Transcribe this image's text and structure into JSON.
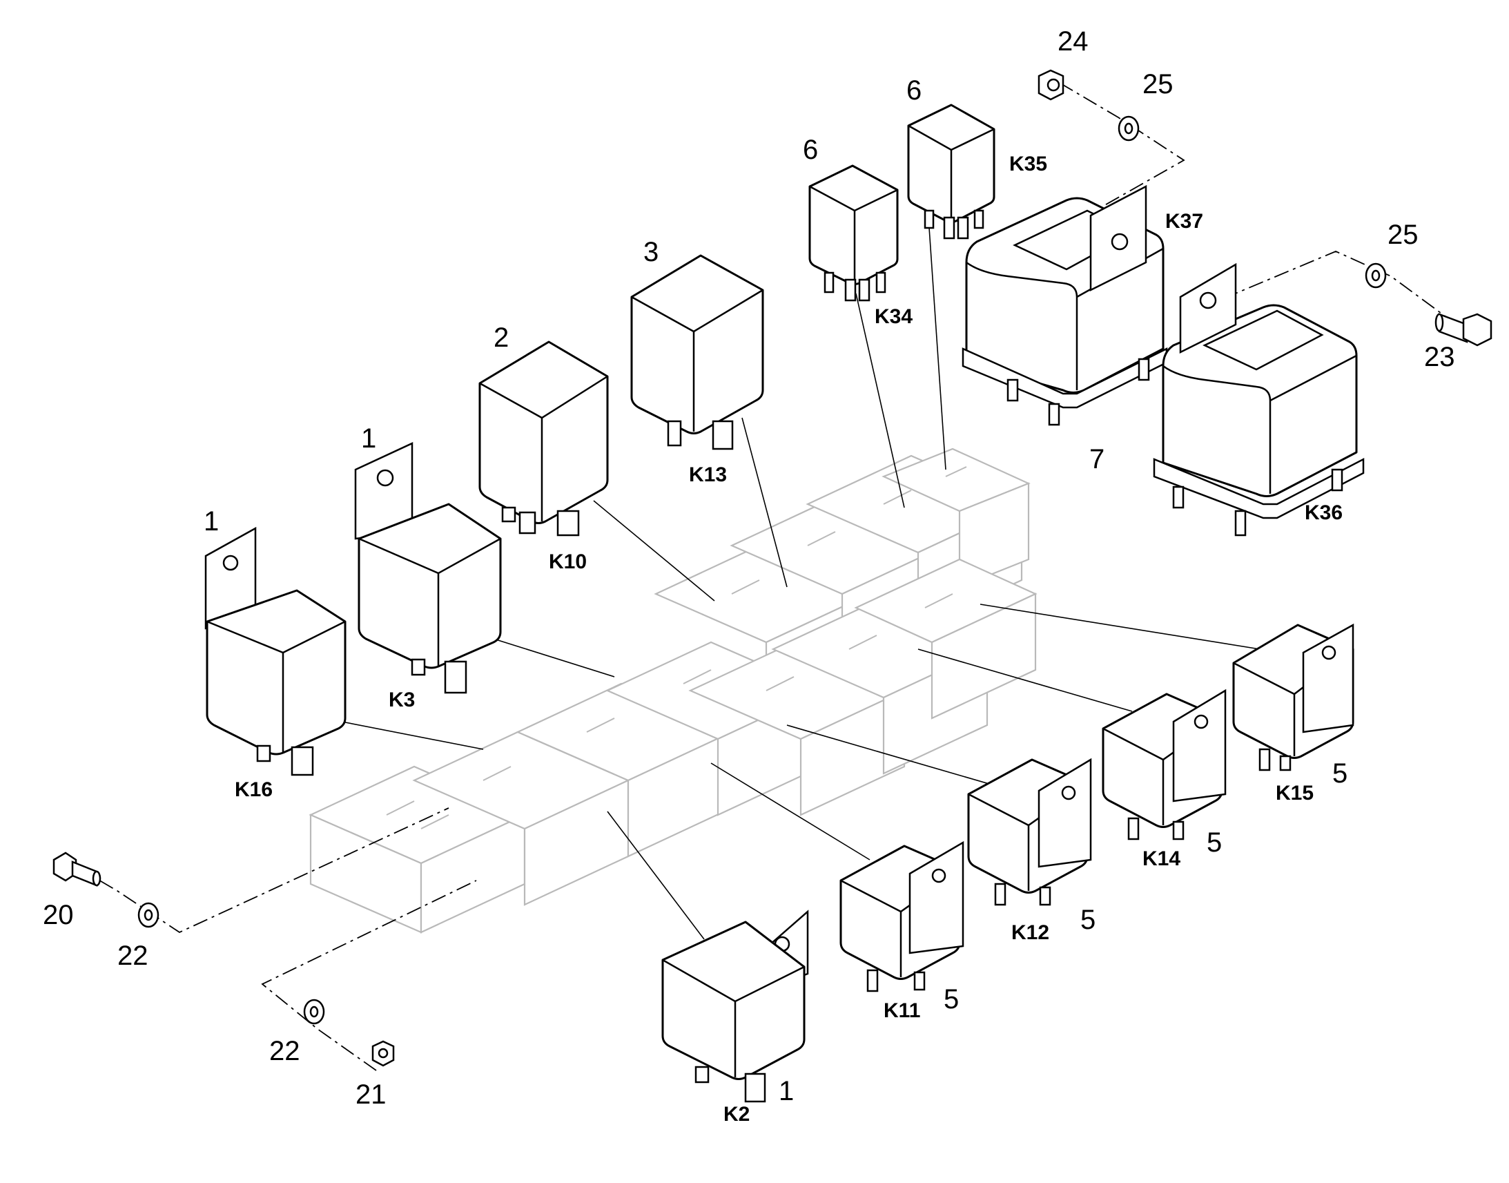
{
  "diagram": {
    "item_numbers": {
      "k16_item": "1",
      "k3_item": "1",
      "k10_item": "2",
      "k13_item": "3",
      "k34_item": "6",
      "k35_item": "6",
      "nut_top": "24",
      "washer_top": "25",
      "washer_right": "25",
      "bolt_right": "23",
      "k36_item": "7",
      "k15_item": "5",
      "k14_item": "5",
      "k12_item": "5",
      "k11_item": "5",
      "k2_item": "1",
      "bolt_left": "20",
      "washer_left": "22",
      "washer_bottom": "22",
      "nut_bottom": "21"
    },
    "relay_refs": {
      "k16": "K16",
      "k3": "K3",
      "k10": "K10",
      "k13": "K13",
      "k34": "K34",
      "k35": "K35",
      "k37": "K37",
      "k36": "K36",
      "k15": "K15",
      "k14": "K14",
      "k12": "K12",
      "k11": "K11",
      "k2": "K2"
    }
  }
}
